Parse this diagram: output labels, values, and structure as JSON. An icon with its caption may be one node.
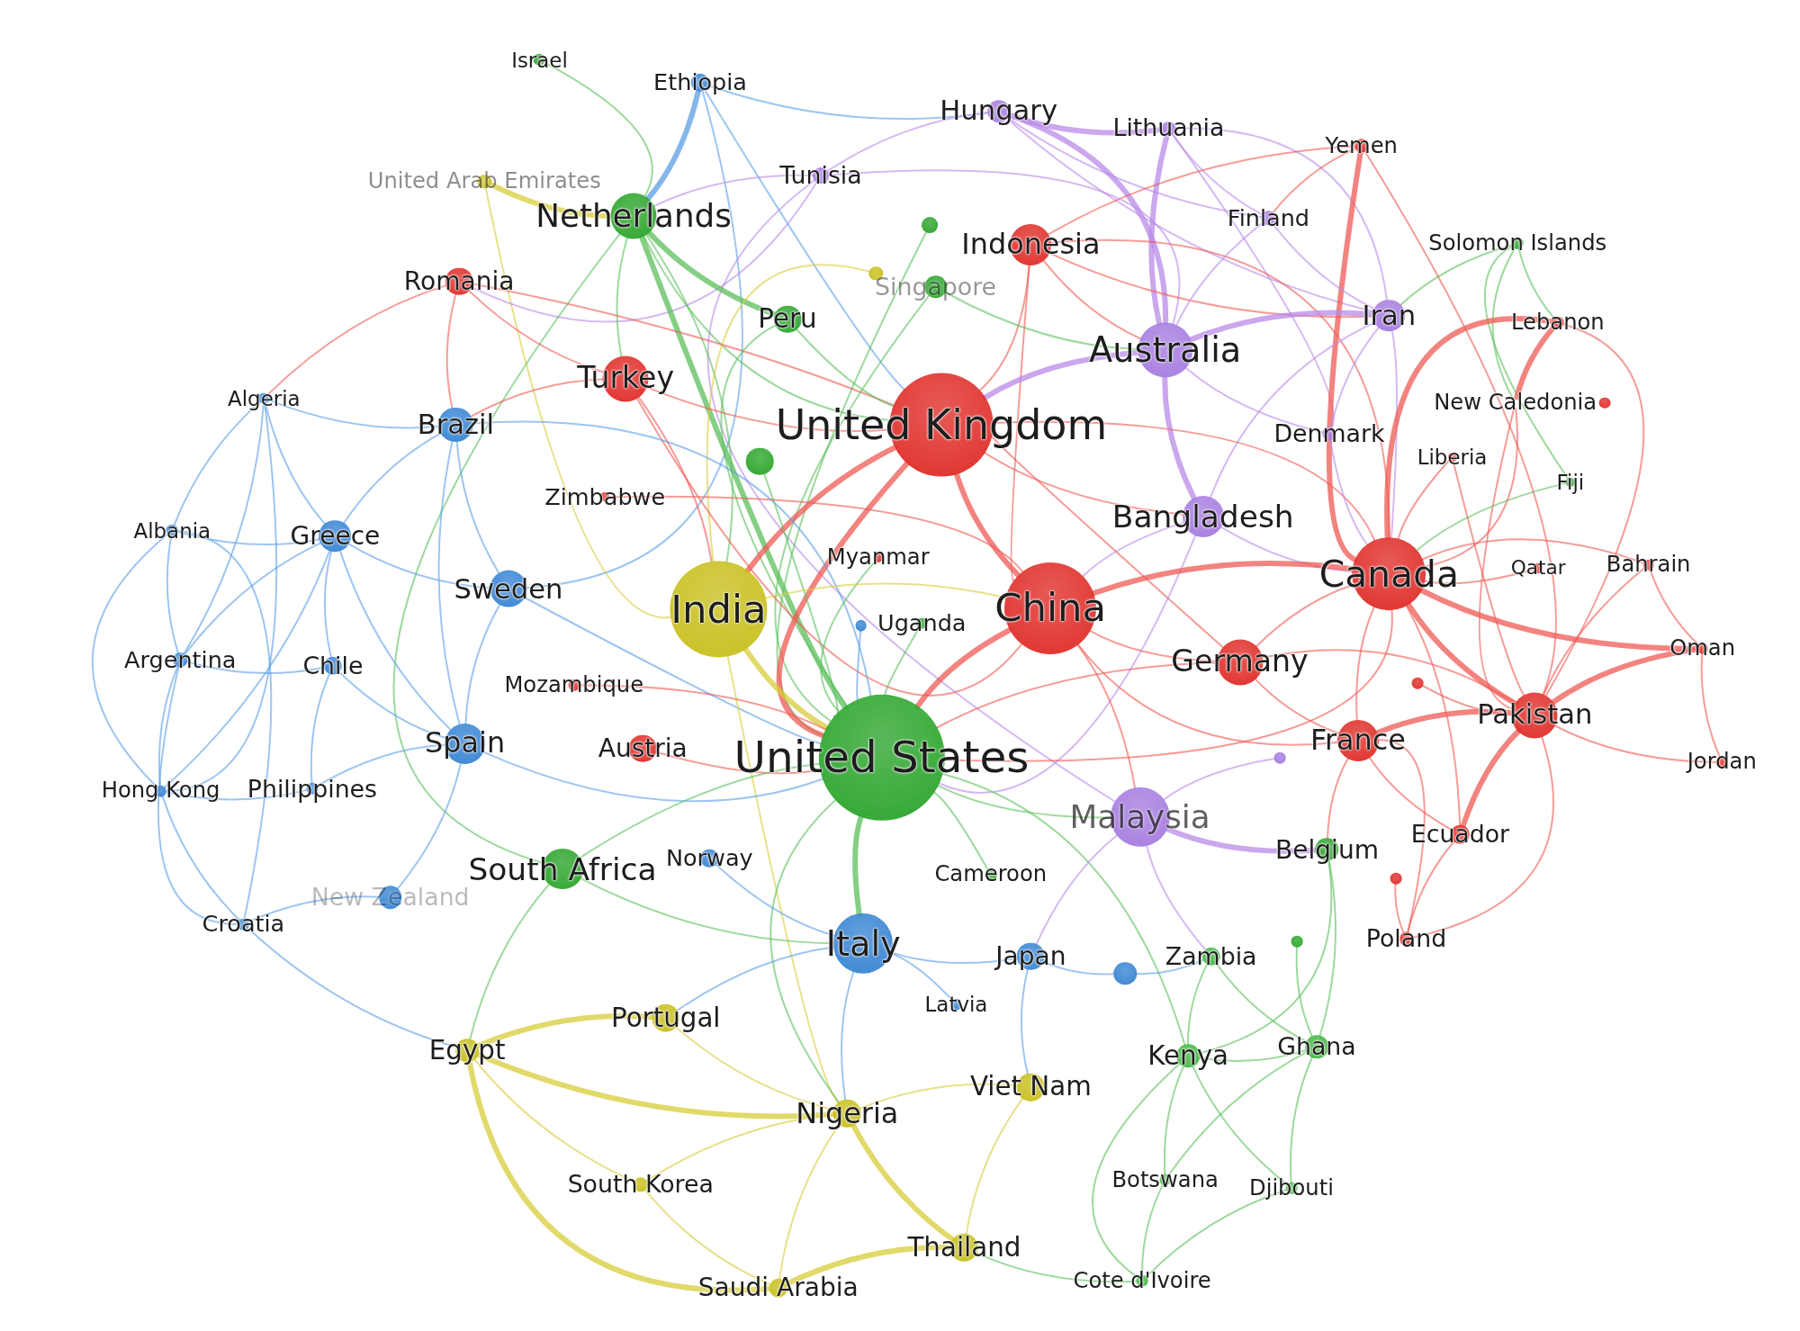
{
  "diagram": {
    "nodes": [
      {
        "text": [
          "Israel"
        ]
      },
      {
        "text": [
          "Ethiopia"
        ]
      },
      {
        "text": [
          "Hungary"
        ]
      },
      {
        "text": [
          "Lithuania"
        ]
      },
      {
        "text": [
          "Yemen"
        ]
      },
      {
        "text": [
          "United Arab Emirates"
        ]
      },
      {
        "text": [
          "Tunisia"
        ]
      },
      {
        "text": [
          "Netherlands"
        ]
      },
      {
        "text": [],
        "shape": "circle"
      },
      {
        "text": [
          "Indonesia"
        ]
      },
      {
        "text": [
          "Finland"
        ]
      },
      {
        "text": [
          "Solomon Islands"
        ]
      },
      {
        "text": [
          "Romania"
        ]
      },
      {
        "text": [],
        "shape": "circle"
      },
      {
        "text": [
          "Singapore"
        ]
      },
      {
        "text": [
          "Peru"
        ]
      },
      {
        "text": [
          "Iran"
        ]
      },
      {
        "text": [
          "Lebanon"
        ]
      },
      {
        "text": [
          "Australia"
        ]
      },
      {
        "text": [
          "Turkey"
        ]
      },
      {
        "text": [
          "United Kingdom"
        ]
      },
      {
        "text": [
          "Algeria"
        ]
      },
      {
        "text": [
          "Brazil"
        ]
      },
      {
        "text": [
          "New Caledonia"
        ]
      },
      {
        "text": [
          "Denmark"
        ]
      },
      {
        "text": [],
        "shape": "circle"
      },
      {
        "text": [
          "Liberia"
        ]
      },
      {
        "text": [
          "Fiji"
        ]
      },
      {
        "text": [
          "Zimbabwe"
        ]
      },
      {
        "text": [
          "Bangladesh"
        ]
      },
      {
        "text": [
          "Albania"
        ]
      },
      {
        "text": [
          "Greece"
        ]
      },
      {
        "text": [
          "Canada"
        ]
      },
      {
        "text": [
          "Qatar"
        ]
      },
      {
        "text": [
          "Bahrain"
        ]
      },
      {
        "text": [
          "Myanmar"
        ]
      },
      {
        "text": [
          "Sweden"
        ]
      },
      {
        "text": [
          "India"
        ]
      },
      {
        "text": [
          "China"
        ]
      },
      {
        "text": [],
        "shape": "circle"
      },
      {
        "text": [
          "Uganda"
        ]
      },
      {
        "text": [
          "Argentina"
        ]
      },
      {
        "text": [
          "Chile"
        ]
      },
      {
        "text": [
          "Germany"
        ]
      },
      {
        "text": [
          "Oman"
        ]
      },
      {
        "text": [
          "Mozambique"
        ]
      },
      {
        "text": [],
        "shape": "circle"
      },
      {
        "text": [
          "Spain"
        ]
      },
      {
        "text": [
          "Austria"
        ]
      },
      {
        "text": [
          "United States"
        ]
      },
      {
        "text": [
          "Pakistan"
        ]
      },
      {
        "text": [
          "France"
        ]
      },
      {
        "text": [],
        "shape": "circle"
      },
      {
        "text": [
          "Jordan"
        ]
      },
      {
        "text": [
          "Hong Kong"
        ]
      },
      {
        "text": [
          "Philippines"
        ]
      },
      {
        "text": [
          "Malaysia"
        ]
      },
      {
        "text": [
          "Ecuador"
        ]
      },
      {
        "text": [
          "South Africa"
        ]
      },
      {
        "text": [
          "Norway"
        ]
      },
      {
        "text": [
          "New Zealand"
        ]
      },
      {
        "text": [
          "Belgium"
        ]
      },
      {
        "text": [
          "Cameroon"
        ]
      },
      {
        "text": [],
        "shape": "circle"
      },
      {
        "text": [
          "Croatia"
        ]
      },
      {
        "text": [
          "Italy"
        ]
      },
      {
        "text": [
          "Japan"
        ]
      },
      {
        "text": [],
        "shape": "circle"
      },
      {
        "text": [
          "Zambia"
        ]
      },
      {
        "text": [],
        "shape": "circle"
      },
      {
        "text": [
          "Poland"
        ]
      },
      {
        "text": [
          "Portugal"
        ]
      },
      {
        "text": [
          "Latvia"
        ]
      },
      {
        "text": [
          "Egypt"
        ]
      },
      {
        "text": [
          "Kenya"
        ]
      },
      {
        "text": [
          "Ghana"
        ]
      },
      {
        "text": [
          "Viet Nam"
        ]
      },
      {
        "text": [
          "Nigeria"
        ]
      },
      {
        "text": [
          "South Korea"
        ]
      },
      {
        "text": [
          "Botswana"
        ]
      },
      {
        "text": [
          "Djibouti"
        ]
      },
      {
        "text": [
          "Thailand"
        ]
      },
      {
        "text": [
          "Saudi Arabia"
        ]
      },
      {
        "text": [
          "Cote d'Ivoire"
        ]
      }
    ],
    "edges": [
      {
        "from": 0,
        "to": 7,
        "arrow": "none",
        "color": "#5cbf5c"
      },
      {
        "from": 1,
        "to": 7,
        "arrow": "none",
        "color": "#5b9ee6",
        "style": "thick"
      },
      {
        "from": 1,
        "to": 2,
        "arrow": "none",
        "color": "#5b9ee6"
      },
      {
        "from": 1,
        "to": 20,
        "arrow": "none",
        "color": "#5b9ee6"
      },
      {
        "from": 1,
        "to": 36,
        "arrow": "none",
        "color": "#5b9ee6"
      },
      {
        "from": 5,
        "to": 7,
        "arrow": "none",
        "color": "#d8cc3a",
        "style": "thick"
      },
      {
        "from": 5,
        "to": 37,
        "arrow": "none",
        "color": "#d8cc3a"
      },
      {
        "from": 2,
        "to": 3,
        "arrow": "none",
        "color": "#b98ae8",
        "style": "thick"
      },
      {
        "from": 2,
        "to": 18,
        "arrow": "none",
        "color": "#b98ae8",
        "style": "thick"
      },
      {
        "from": 2,
        "to": 16,
        "arrow": "none",
        "color": "#b98ae8"
      },
      {
        "from": 2,
        "to": 6,
        "arrow": "none",
        "color": "#b98ae8"
      },
      {
        "from": 2,
        "to": 10,
        "arrow": "none",
        "color": "#b98ae8"
      },
      {
        "from": 3,
        "to": 18,
        "arrow": "none",
        "color": "#b98ae8",
        "style": "thick"
      },
      {
        "from": 3,
        "to": 16,
        "arrow": "none",
        "color": "#b98ae8"
      },
      {
        "from": 3,
        "to": 10,
        "arrow": "none",
        "color": "#b98ae8"
      },
      {
        "from": 3,
        "to": 24,
        "arrow": "none",
        "color": "#b98ae8"
      },
      {
        "from": 4,
        "to": 32,
        "arrow": "none",
        "style": "thick"
      },
      {
        "from": 4,
        "to": 9,
        "arrow": "none"
      },
      {
        "from": 4,
        "to": 10,
        "arrow": "none"
      },
      {
        "from": 4,
        "to": 50,
        "arrow": "none"
      },
      {
        "from": 6,
        "to": 7,
        "arrow": "none",
        "color": "#b98ae8"
      },
      {
        "from": 6,
        "to": 18,
        "arrow": "none",
        "color": "#b98ae8"
      },
      {
        "from": 6,
        "to": 12,
        "arrow": "none",
        "color": "#b98ae8"
      },
      {
        "from": 6,
        "to": 56,
        "arrow": "none",
        "color": "#b98ae8"
      },
      {
        "from": 7,
        "to": 15,
        "arrow": "none",
        "color": "#5cbf5c",
        "style": "thick"
      },
      {
        "from": 7,
        "to": 49,
        "arrow": "none",
        "color": "#5cbf5c",
        "style": "thick"
      },
      {
        "from": 7,
        "to": 19,
        "arrow": "none",
        "color": "#5cbf5c"
      },
      {
        "from": 7,
        "to": 20,
        "arrow": "none",
        "color": "#5cbf5c"
      },
      {
        "from": 7,
        "to": 37,
        "arrow": "none",
        "color": "#5cbf5c"
      },
      {
        "from": 7,
        "to": 58,
        "arrow": "none",
        "color": "#5cbf5c"
      },
      {
        "from": 8,
        "to": 49,
        "arrow": "none",
        "color": "#5cbf5c"
      },
      {
        "from": 9,
        "to": 18,
        "arrow": "none"
      },
      {
        "from": 9,
        "to": 20,
        "arrow": "none"
      },
      {
        "from": 9,
        "to": 32,
        "arrow": "none"
      },
      {
        "from": 9,
        "to": 38,
        "arrow": "none"
      },
      {
        "from": 9,
        "to": 16,
        "arrow": "none"
      },
      {
        "from": 10,
        "to": 18,
        "arrow": "none",
        "color": "#b98ae8"
      },
      {
        "from": 10,
        "to": 16,
        "arrow": "none",
        "color": "#b98ae8"
      },
      {
        "from": 11,
        "to": 16,
        "arrow": "none",
        "color": "#5cbf5c"
      },
      {
        "from": 11,
        "to": 17,
        "arrow": "none",
        "color": "#5cbf5c"
      },
      {
        "from": 11,
        "to": 27,
        "arrow": "none",
        "color": "#5cbf5c"
      },
      {
        "from": 11,
        "to": 23,
        "arrow": "none",
        "color": "#5cbf5c"
      },
      {
        "from": 12,
        "to": 19,
        "arrow": "none"
      },
      {
        "from": 12,
        "to": 20,
        "arrow": "none"
      },
      {
        "from": 12,
        "to": 22,
        "arrow": "none"
      },
      {
        "from": 12,
        "to": 21,
        "arrow": "none"
      },
      {
        "from": 13,
        "to": 37,
        "arrow": "none",
        "color": "#d8cc3a"
      },
      {
        "from": 14,
        "to": 49,
        "arrow": "none",
        "color": "#5cbf5c"
      },
      {
        "from": 14,
        "to": 18,
        "arrow": "none",
        "color": "#5cbf5c"
      },
      {
        "from": 15,
        "to": 49,
        "arrow": "none",
        "color": "#5cbf5c"
      },
      {
        "from": 15,
        "to": 20,
        "arrow": "none",
        "color": "#5cbf5c"
      },
      {
        "from": 16,
        "to": 18,
        "arrow": "none",
        "color": "#b98ae8",
        "style": "thick"
      },
      {
        "from": 16,
        "to": 24,
        "arrow": "none",
        "color": "#b98ae8"
      },
      {
        "from": 16,
        "to": 29,
        "arrow": "none",
        "color": "#b98ae8"
      },
      {
        "from": 16,
        "to": 32,
        "arrow": "none",
        "color": "#b98ae8"
      },
      {
        "from": 17,
        "to": 32,
        "arrow": "none",
        "style": "thick"
      },
      {
        "from": 17,
        "to": 50,
        "arrow": "none"
      },
      {
        "from": 17,
        "to": 23,
        "arrow": "none",
        "style": "thick"
      },
      {
        "from": 18,
        "to": 20,
        "arrow": "none",
        "color": "#b98ae8",
        "style": "thick"
      },
      {
        "from": 18,
        "to": 29,
        "arrow": "none",
        "color": "#b98ae8",
        "style": "thick"
      },
      {
        "from": 18,
        "to": 24,
        "arrow": "none",
        "color": "#b98ae8"
      },
      {
        "from": 19,
        "to": 20,
        "arrow": "none"
      },
      {
        "from": 19,
        "to": 37,
        "arrow": "none"
      },
      {
        "from": 19,
        "to": 38,
        "arrow": "none"
      },
      {
        "from": 19,
        "to": 22,
        "arrow": "none"
      },
      {
        "from": 20,
        "to": 37,
        "arrow": "none",
        "style": "thick"
      },
      {
        "from": 20,
        "to": 38,
        "arrow": "none",
        "style": "thick"
      },
      {
        "from": 20,
        "to": 49,
        "arrow": "none",
        "style": "thick"
      },
      {
        "from": 20,
        "to": 32,
        "arrow": "none"
      },
      {
        "from": 20,
        "to": 43,
        "arrow": "none"
      },
      {
        "from": 20,
        "to": 29,
        "arrow": "none"
      },
      {
        "from": 21,
        "to": 30,
        "arrow": "none",
        "color": "#5b9ee6"
      },
      {
        "from": 21,
        "to": 31,
        "arrow": "none",
        "color": "#5b9ee6"
      },
      {
        "from": 21,
        "to": 41,
        "arrow": "none",
        "color": "#5b9ee6"
      },
      {
        "from": 21,
        "to": 54,
        "arrow": "none",
        "color": "#5b9ee6"
      },
      {
        "from": 21,
        "to": 22,
        "arrow": "none",
        "color": "#5b9ee6"
      },
      {
        "from": 22,
        "to": 31,
        "arrow": "none",
        "color": "#5b9ee6"
      },
      {
        "from": 22,
        "to": 36,
        "arrow": "none",
        "color": "#5b9ee6"
      },
      {
        "from": 22,
        "to": 47,
        "arrow": "none",
        "color": "#5b9ee6"
      },
      {
        "from": 22,
        "to": 49,
        "arrow": "none",
        "color": "#5b9ee6"
      },
      {
        "from": 23,
        "to": 32,
        "arrow": "none"
      },
      {
        "from": 23,
        "to": 50,
        "arrow": "none"
      },
      {
        "from": 24,
        "to": 32,
        "arrow": "none",
        "color": "#b98ae8"
      },
      {
        "from": 25,
        "to": 49,
        "arrow": "none",
        "color": "#5cbf5c"
      },
      {
        "from": 26,
        "to": 32,
        "arrow": "none"
      },
      {
        "from": 26,
        "to": 50,
        "arrow": "none"
      },
      {
        "from": 27,
        "to": 32,
        "arrow": "none",
        "color": "#5cbf5c"
      },
      {
        "from": 28,
        "to": 38,
        "arrow": "none"
      },
      {
        "from": 29,
        "to": 38,
        "arrow": "none",
        "color": "#b98ae8"
      },
      {
        "from": 29,
        "to": 32,
        "arrow": "none",
        "color": "#b98ae8"
      },
      {
        "from": 29,
        "to": 49,
        "arrow": "none",
        "color": "#b98ae8"
      },
      {
        "from": 30,
        "to": 31,
        "arrow": "none",
        "color": "#5b9ee6"
      },
      {
        "from": 30,
        "to": 41,
        "arrow": "none",
        "color": "#5b9ee6"
      },
      {
        "from": 30,
        "to": 54,
        "arrow": "none",
        "color": "#5b9ee6"
      },
      {
        "from": 30,
        "to": 64,
        "arrow": "none",
        "color": "#5b9ee6"
      },
      {
        "from": 31,
        "to": 36,
        "arrow": "none",
        "color": "#5b9ee6"
      },
      {
        "from": 31,
        "to": 42,
        "arrow": "none",
        "color": "#5b9ee6"
      },
      {
        "from": 31,
        "to": 47,
        "arrow": "none",
        "color": "#5b9ee6"
      },
      {
        "from": 31,
        "to": 41,
        "arrow": "none",
        "color": "#5b9ee6"
      },
      {
        "from": 31,
        "to": 54,
        "arrow": "none",
        "color": "#5b9ee6"
      },
      {
        "from": 32,
        "to": 38,
        "arrow": "none",
        "style": "thick"
      },
      {
        "from": 32,
        "to": 43,
        "arrow": "none"
      },
      {
        "from": 32,
        "to": 50,
        "arrow": "none",
        "style": "thick"
      },
      {
        "from": 32,
        "to": 51,
        "arrow": "none"
      },
      {
        "from": 32,
        "to": 33,
        "arrow": "none"
      },
      {
        "from": 32,
        "to": 34,
        "arrow": "none"
      },
      {
        "from": 32,
        "to": 44,
        "arrow": "none",
        "style": "thick"
      },
      {
        "from": 32,
        "to": 57,
        "arrow": "none"
      },
      {
        "from": 32,
        "to": 49,
        "arrow": "none"
      },
      {
        "from": 34,
        "to": 50,
        "arrow": "none"
      },
      {
        "from": 34,
        "to": 44,
        "arrow": "none"
      },
      {
        "from": 35,
        "to": 49,
        "arrow": "none",
        "color": "#5cbf5c"
      },
      {
        "from": 36,
        "to": 47,
        "arrow": "none",
        "color": "#5b9ee6"
      },
      {
        "from": 36,
        "to": 49,
        "arrow": "none",
        "color": "#5b9ee6"
      },
      {
        "from": 37,
        "to": 49,
        "arrow": "none",
        "color": "#d8cc3a",
        "style": "thick"
      },
      {
        "from": 37,
        "to": 38,
        "arrow": "none",
        "color": "#d8cc3a"
      },
      {
        "from": 37,
        "to": 77,
        "arrow": "none",
        "color": "#d8cc3a"
      },
      {
        "from": 38,
        "to": 49,
        "arrow": "none",
        "style": "thick"
      },
      {
        "from": 38,
        "to": 43,
        "arrow": "none"
      },
      {
        "from": 38,
        "to": 51,
        "arrow": "none"
      },
      {
        "from": 38,
        "to": 56,
        "arrow": "none"
      },
      {
        "from": 39,
        "to": 49,
        "arrow": "none",
        "color": "#5b9ee6"
      },
      {
        "from": 40,
        "to": 49,
        "arrow": "none",
        "color": "#5cbf5c"
      },
      {
        "from": 41,
        "to": 42,
        "arrow": "none",
        "color": "#5b9ee6"
      },
      {
        "from": 41,
        "to": 54,
        "arrow": "none",
        "color": "#5b9ee6"
      },
      {
        "from": 41,
        "to": 64,
        "arrow": "none",
        "color": "#5b9ee6"
      },
      {
        "from": 42,
        "to": 47,
        "arrow": "none",
        "color": "#5b9ee6"
      },
      {
        "from": 42,
        "to": 55,
        "arrow": "none",
        "color": "#5b9ee6"
      },
      {
        "from": 43,
        "to": 51,
        "arrow": "none"
      },
      {
        "from": 43,
        "to": 50,
        "arrow": "none"
      },
      {
        "from": 43,
        "to": 49,
        "arrow": "none"
      },
      {
        "from": 44,
        "to": 50,
        "arrow": "none",
        "style": "thick"
      },
      {
        "from": 44,
        "to": 53,
        "arrow": "none"
      },
      {
        "from": 45,
        "to": 49,
        "arrow": "none"
      },
      {
        "from": 46,
        "to": 50,
        "arrow": "none"
      },
      {
        "from": 47,
        "to": 49,
        "arrow": "none",
        "color": "#5b9ee6"
      },
      {
        "from": 47,
        "to": 55,
        "arrow": "none",
        "color": "#5b9ee6"
      },
      {
        "from": 48,
        "to": 49,
        "arrow": "none"
      },
      {
        "from": 49,
        "to": 65,
        "arrow": "none",
        "color": "#5cbf5c",
        "style": "thick"
      },
      {
        "from": 49,
        "to": 58,
        "arrow": "none",
        "color": "#5cbf5c"
      },
      {
        "from": 49,
        "to": 56,
        "arrow": "none",
        "color": "#5cbf5c"
      },
      {
        "from": 49,
        "to": 74,
        "arrow": "none",
        "color": "#5cbf5c"
      },
      {
        "from": 49,
        "to": 77,
        "arrow": "none",
        "color": "#5cbf5c"
      },
      {
        "from": 50,
        "to": 51,
        "arrow": "none",
        "style": "thick"
      },
      {
        "from": 50,
        "to": 57,
        "arrow": "none",
        "style": "thick"
      },
      {
        "from": 50,
        "to": 53,
        "arrow": "none"
      },
      {
        "from": 50,
        "to": 70,
        "arrow": "none"
      },
      {
        "from": 51,
        "to": 57,
        "arrow": "none"
      },
      {
        "from": 51,
        "to": 70,
        "arrow": "none"
      },
      {
        "from": 51,
        "to": 61,
        "arrow": "none"
      },
      {
        "from": 52,
        "to": 56,
        "arrow": "none",
        "color": "#b98ae8"
      },
      {
        "from": 54,
        "to": 55,
        "arrow": "none",
        "color": "#5b9ee6"
      },
      {
        "from": 54,
        "to": 64,
        "arrow": "none",
        "color": "#5b9ee6"
      },
      {
        "from": 56,
        "to": 61,
        "arrow": "none",
        "color": "#b98ae8",
        "style": "thick"
      },
      {
        "from": 56,
        "to": 66,
        "arrow": "none",
        "color": "#b98ae8"
      },
      {
        "from": 56,
        "to": 68,
        "arrow": "none",
        "color": "#b98ae8"
      },
      {
        "from": 57,
        "to": 70,
        "arrow": "none"
      },
      {
        "from": 58,
        "to": 73,
        "arrow": "none",
        "color": "#5cbf5c"
      },
      {
        "from": 58,
        "to": 65,
        "arrow": "none",
        "color": "#5cbf5c"
      },
      {
        "from": 59,
        "to": 65,
        "arrow": "none",
        "color": "#5b9ee6"
      },
      {
        "from": 60,
        "to": 64,
        "arrow": "none",
        "color": "#5b9ee6"
      },
      {
        "from": 60,
        "to": 47,
        "arrow": "none",
        "color": "#5b9ee6"
      },
      {
        "from": 61,
        "to": 75,
        "arrow": "none",
        "color": "#5cbf5c"
      },
      {
        "from": 61,
        "to": 74,
        "arrow": "none",
        "color": "#5cbf5c"
      },
      {
        "from": 62,
        "to": 49,
        "arrow": "none",
        "color": "#5cbf5c"
      },
      {
        "from": 63,
        "to": 70,
        "arrow": "none"
      },
      {
        "from": 64,
        "to": 73,
        "arrow": "none",
        "color": "#5b9ee6"
      },
      {
        "from": 65,
        "to": 66,
        "arrow": "none",
        "color": "#5b9ee6"
      },
      {
        "from": 65,
        "to": 77,
        "arrow": "none",
        "color": "#5b9ee6"
      },
      {
        "from": 65,
        "to": 71,
        "arrow": "none",
        "color": "#5b9ee6"
      },
      {
        "from": 66,
        "to": 67,
        "arrow": "none",
        "color": "#5b9ee6"
      },
      {
        "from": 66,
        "to": 76,
        "arrow": "none",
        "color": "#5b9ee6"
      },
      {
        "from": 67,
        "to": 68,
        "arrow": "none",
        "color": "#5b9ee6"
      },
      {
        "from": 68,
        "to": 74,
        "arrow": "none",
        "color": "#5cbf5c"
      },
      {
        "from": 68,
        "to": 75,
        "arrow": "none",
        "color": "#5cbf5c"
      },
      {
        "from": 69,
        "to": 75,
        "arrow": "none",
        "color": "#5cbf5c"
      },
      {
        "from": 71,
        "to": 73,
        "arrow": "none",
        "color": "#d8cc3a",
        "style": "thick"
      },
      {
        "from": 71,
        "to": 77,
        "arrow": "none",
        "color": "#d8cc3a"
      },
      {
        "from": 72,
        "to": 65,
        "arrow": "none",
        "color": "#5b9ee6"
      },
      {
        "from": 73,
        "to": 77,
        "arrow": "none",
        "color": "#d8cc3a",
        "style": "thick"
      },
      {
        "from": 73,
        "to": 78,
        "arrow": "none",
        "color": "#d8cc3a"
      },
      {
        "from": 73,
        "to": 82,
        "arrow": "none",
        "color": "#d8cc3a",
        "style": "thick"
      },
      {
        "from": 74,
        "to": 75,
        "arrow": "none",
        "color": "#5cbf5c"
      },
      {
        "from": 74,
        "to": 79,
        "arrow": "none",
        "color": "#5cbf5c"
      },
      {
        "from": 74,
        "to": 80,
        "arrow": "none",
        "color": "#5cbf5c"
      },
      {
        "from": 74,
        "to": 83,
        "arrow": "none",
        "color": "#5cbf5c"
      },
      {
        "from": 75,
        "to": 80,
        "arrow": "none",
        "color": "#5cbf5c"
      },
      {
        "from": 75,
        "to": 79,
        "arrow": "none",
        "color": "#5cbf5c"
      },
      {
        "from": 76,
        "to": 81,
        "arrow": "none",
        "color": "#d8cc3a"
      },
      {
        "from": 76,
        "to": 77,
        "arrow": "none",
        "color": "#d8cc3a"
      },
      {
        "from": 77,
        "to": 81,
        "arrow": "none",
        "color": "#d8cc3a",
        "style": "thick"
      },
      {
        "from": 77,
        "to": 82,
        "arrow": "none",
        "color": "#d8cc3a"
      },
      {
        "from": 77,
        "to": 78,
        "arrow": "none",
        "color": "#d8cc3a"
      },
      {
        "from": 78,
        "to": 82,
        "arrow": "none",
        "color": "#d8cc3a"
      },
      {
        "from": 79,
        "to": 83,
        "arrow": "none",
        "color": "#5cbf5c"
      },
      {
        "from": 80,
        "to": 83,
        "arrow": "none",
        "color": "#5cbf5c"
      },
      {
        "from": 81,
        "to": 82,
        "arrow": "none",
        "color": "#d8cc3a",
        "style": "thick"
      },
      {
        "from": 81,
        "to": 83,
        "arrow": "none",
        "color": "#5cbf5c"
      }
    ]
  }
}
